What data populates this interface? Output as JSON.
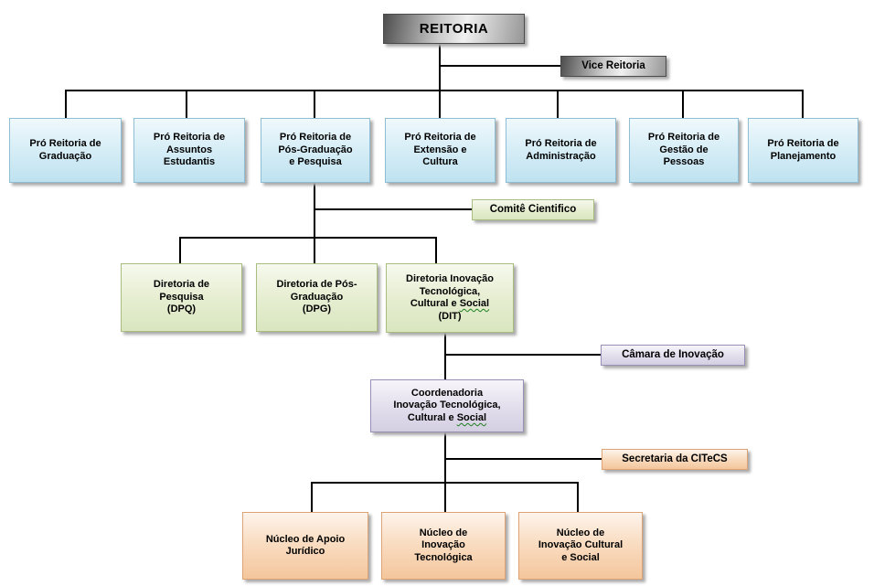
{
  "org": {
    "root": {
      "label": "REITORIA"
    },
    "vice": {
      "label": "Vice Reitoria"
    },
    "pro_reitorias": [
      {
        "label": "Pró Reitoria de\nGraduação"
      },
      {
        "label": "Pró Reitoria de\nAssuntos\nEstudantis"
      },
      {
        "label": "Pró Reitoria de\nPós-Graduação\ne Pesquisa"
      },
      {
        "label": "Pró Reitoria de\nExtensão e\nCultura"
      },
      {
        "label": "Pró Reitoria de\nAdministração"
      },
      {
        "label": "Pró Reitoria de\nGestão de\nPessoas"
      },
      {
        "label": "Pró Reitoria de\nPlanejamento"
      }
    ],
    "comite": {
      "label": "Comitê Cientifico"
    },
    "diretorias": [
      {
        "label": "Diretoria de\nPesquisa\n(DPQ)"
      },
      {
        "label": "Diretoria de Pós-\nGraduação\n(DPG)"
      },
      {
        "label_pre": "Diretoria Inovação\nTecnológica,\nCultural e ",
        "label_wavy": "Social",
        "label_post": "\n(DIT)"
      }
    ],
    "camara": {
      "label": "Câmara de Inovação"
    },
    "coordenadoria": {
      "label_pre": "Coordenadoria\nInovação Tecnológica,\nCultural e ",
      "label_wavy": "Social",
      "label_post": ""
    },
    "secretaria": {
      "label": "Secretaria da CITeCS"
    },
    "nucleos": [
      {
        "label": "Núcleo de Apoio\nJurídico"
      },
      {
        "label": "Núcleo de\nInovação\nTecnológica"
      },
      {
        "label": "Núcleo de\nInovação Cultural\ne Social"
      }
    ]
  },
  "colors": {
    "metal_dark": "#4e4e4e",
    "metal_light": "#f0f0f0",
    "blue_top": "#f0f9fc",
    "blue_bottom": "#bfe2f0",
    "blue_border": "#8fbdd3",
    "green_top": "#f6f9ee",
    "green_bottom": "#d9e6bf",
    "green_border": "#a9bd80",
    "purple_top": "#f7f5fa",
    "purple_bottom": "#d4cee2",
    "purple_border": "#9a90b5",
    "orange_top": "#fdf4ec",
    "orange_bottom": "#f4c69c",
    "orange_border": "#dda374",
    "connector": "#000000",
    "wavy_underline": "#1e7e1e"
  }
}
